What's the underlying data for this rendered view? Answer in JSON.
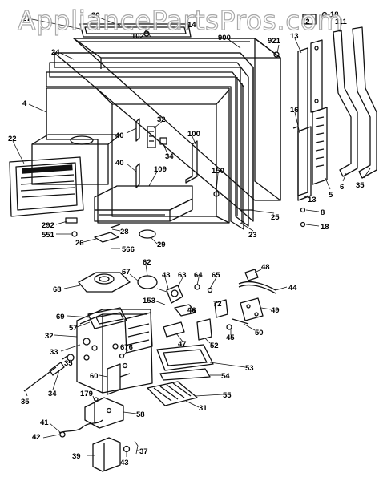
{
  "watermark": "AppliancePartsPros.com",
  "parts": [
    {
      "id": "p-27",
      "label": "27"
    },
    {
      "id": "p-30",
      "label": "30"
    },
    {
      "id": "p-102",
      "label": "102"
    },
    {
      "id": "p-14",
      "label": "14"
    },
    {
      "id": "p-900",
      "label": "900"
    },
    {
      "id": "p-921",
      "label": "921"
    },
    {
      "id": "p-12",
      "label": "12"
    },
    {
      "id": "p-18a",
      "label": "18"
    },
    {
      "id": "p-111",
      "label": "111"
    },
    {
      "id": "p-24",
      "label": "24"
    },
    {
      "id": "p-13a",
      "label": "13"
    },
    {
      "id": "p-4",
      "label": "4"
    },
    {
      "id": "p-16",
      "label": "16"
    },
    {
      "id": "p-32a",
      "label": "32"
    },
    {
      "id": "p-40a",
      "label": "40"
    },
    {
      "id": "p-100",
      "label": "100"
    },
    {
      "id": "p-34",
      "label": "34"
    },
    {
      "id": "p-22",
      "label": "22"
    },
    {
      "id": "p-5",
      "label": "5"
    },
    {
      "id": "p-40b",
      "label": "40"
    },
    {
      "id": "p-109",
      "label": "109"
    },
    {
      "id": "p-150",
      "label": "150"
    },
    {
      "id": "p-6",
      "label": "6"
    },
    {
      "id": "p-35a",
      "label": "35"
    },
    {
      "id": "p-13b",
      "label": "13"
    },
    {
      "id": "p-8",
      "label": "8"
    },
    {
      "id": "p-25",
      "label": "25"
    },
    {
      "id": "p-292",
      "label": "292"
    },
    {
      "id": "p-28",
      "label": "28"
    },
    {
      "id": "p-23",
      "label": "23"
    },
    {
      "id": "p-18b",
      "label": "18"
    },
    {
      "id": "p-551",
      "label": "551"
    },
    {
      "id": "p-26",
      "label": "26"
    },
    {
      "id": "p-29",
      "label": "29"
    },
    {
      "id": "p-566",
      "label": "566"
    },
    {
      "id": "p-62",
      "label": "62"
    },
    {
      "id": "p-48",
      "label": "48"
    },
    {
      "id": "p-67",
      "label": "67"
    },
    {
      "id": "p-43a",
      "label": "43"
    },
    {
      "id": "p-63",
      "label": "63"
    },
    {
      "id": "p-64",
      "label": "64"
    },
    {
      "id": "p-65",
      "label": "65"
    },
    {
      "id": "p-68",
      "label": "68"
    },
    {
      "id": "p-44",
      "label": "44"
    },
    {
      "id": "p-153",
      "label": "153"
    },
    {
      "id": "p-72",
      "label": "72"
    },
    {
      "id": "p-49",
      "label": "49"
    },
    {
      "id": "p-69",
      "label": "69"
    },
    {
      "id": "p-46",
      "label": "46"
    },
    {
      "id": "p-57",
      "label": "57"
    },
    {
      "id": "p-45",
      "label": "45"
    },
    {
      "id": "p-50",
      "label": "50"
    },
    {
      "id": "p-32b",
      "label": "32"
    },
    {
      "id": "p-47",
      "label": "47"
    },
    {
      "id": "p-52",
      "label": "52"
    },
    {
      "id": "p-33",
      "label": "33"
    },
    {
      "id": "p-676",
      "label": "676"
    },
    {
      "id": "p-53",
      "label": "53"
    },
    {
      "id": "p-35b",
      "label": "35"
    },
    {
      "id": "p-60",
      "label": "60"
    },
    {
      "id": "p-54",
      "label": "54"
    },
    {
      "id": "p-34b",
      "label": "34"
    },
    {
      "id": "p-55",
      "label": "55"
    },
    {
      "id": "p-35c",
      "label": "35"
    },
    {
      "id": "p-179",
      "label": "179"
    },
    {
      "id": "p-58",
      "label": "58"
    },
    {
      "id": "p-31",
      "label": "31"
    },
    {
      "id": "p-41",
      "label": "41"
    },
    {
      "id": "p-42",
      "label": "42"
    },
    {
      "id": "p-37",
      "label": "37"
    },
    {
      "id": "p-39",
      "label": "39"
    },
    {
      "id": "p-43b",
      "label": "43"
    }
  ]
}
